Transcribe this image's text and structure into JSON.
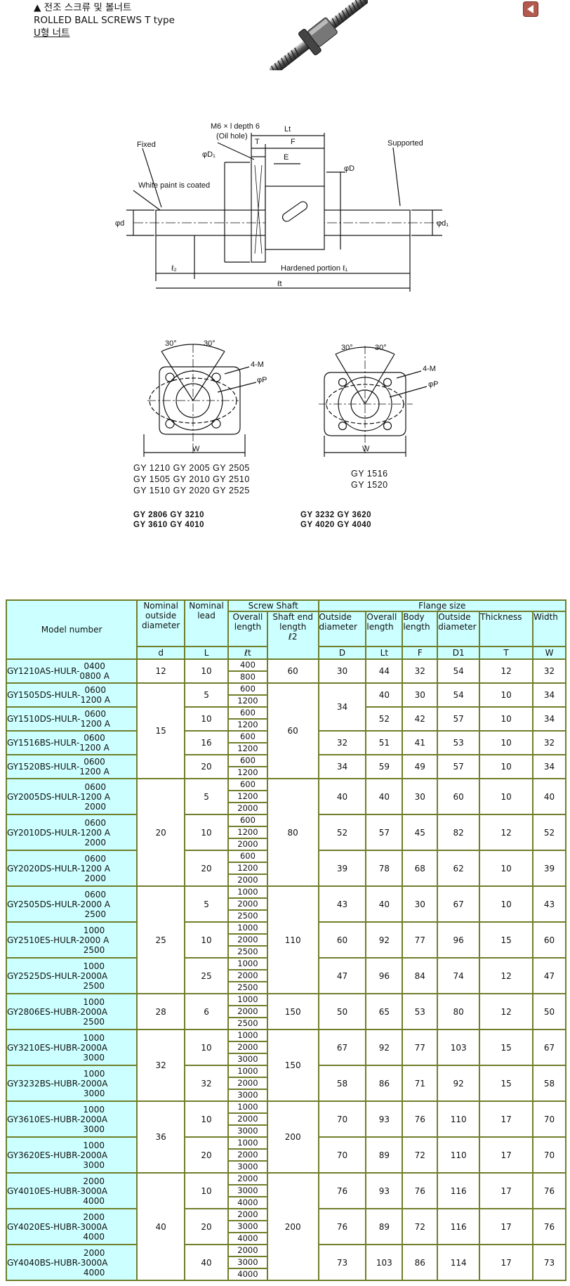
{
  "header": {
    "line1": "▲ 전조 스크류 및 볼너트",
    "line2": "ROLLED BALL SCREWS T type",
    "line3_prefix": "U형",
    "line3_underlined": " 너트"
  },
  "diagram_labels": {
    "m6": "M6 × l depth 6",
    "oil": "(Oil hole)",
    "lt": "Lt",
    "t": "T",
    "f": "F",
    "e": "E",
    "fixed": "Fixed",
    "supported": "Supported",
    "phid1": "φD₁",
    "phid": "φD",
    "white": "White paint is coated",
    "phid_small": "φd",
    "phid1_small": "φd₁",
    "l2": "ℓ₂",
    "hardened": "Hardened portion  ℓ₁",
    "lt_bottom": "ℓt",
    "ang30a": "30°",
    "ang30b": "30°",
    "fourm": "4-M",
    "phip": "φP",
    "w": "W",
    "list1": [
      "GY 1210   GY 2005   GY 2505",
      "GY 1505   GY 2010   GY 2510",
      "GY 1510   GY 2020   GY 2525"
    ],
    "list2": [
      "GY 1516",
      "GY 1520"
    ],
    "list3": [
      "GY 2806    GY 3210",
      "GY 3610    GY 4010"
    ],
    "list4": [
      "GY 3232    GY 3620",
      "GY 4020    GY 4040"
    ]
  },
  "table": {
    "h_model": "Model number",
    "h_nod": "Nominal outside diameter",
    "h_nod_sym": "d",
    "h_lead": "Nominal lead",
    "h_lead_sym": "L",
    "h_screw": "Screw Shaft",
    "h_overall": "Overall length",
    "h_overall_sym": "ℓt",
    "h_shaft_end": "Shaft end length",
    "h_shaft_end_sym": "ℓ2",
    "h_flange": "Flange size",
    "h_outside": "Outside diameter",
    "h_outside_sym": "D",
    "h_ovl": "Overall length",
    "h_ovl_sym": "Lt",
    "h_body": "Body length",
    "h_body_sym": "F",
    "h_outside2": "Outside diameter",
    "h_outside2_sym": "D1",
    "h_thick": "Thickness",
    "h_thick_sym": "T",
    "h_width": "Width",
    "h_width_sym": "W",
    "groups": [
      {
        "d": "12",
        "l2": "60",
        "models": [
          {
            "name": "GY1210AS-HULR-",
            "suffix": [
              "0400",
              "0800 A"
            ],
            "lead": "10",
            "lengths": [
              "400",
              "800"
            ],
            "D": "30",
            "Lt": "44",
            "F": "32",
            "D1": "54",
            "T": "12",
            "W": "32"
          }
        ]
      },
      {
        "d": "15",
        "l2": "60",
        "models": [
          {
            "name": "GY1505DS-HULR-",
            "suffix": [
              "0600",
              "1200 A"
            ],
            "lead": "5",
            "lengths": [
              "600",
              "1200"
            ],
            "D": "34",
            "Lt": "40",
            "F": "30",
            "D1": "54",
            "T": "10",
            "W": "34"
          },
          {
            "name": "GY1510DS-HULR-",
            "suffix": [
              "0600",
              "1200 A"
            ],
            "lead": "10",
            "lengths": [
              "600",
              "1200"
            ],
            "D": "",
            "Lt": "52",
            "F": "42",
            "D1": "57",
            "T": "10",
            "W": "34"
          },
          {
            "name": "GY1516BS-HULR-",
            "suffix": [
              "0600",
              "1200 A"
            ],
            "lead": "16",
            "lengths": [
              "600",
              "1200"
            ],
            "D": "32",
            "Lt": "51",
            "F": "41",
            "D1": "53",
            "T": "10",
            "W": "32"
          },
          {
            "name": "GY1520BS-HULR-",
            "suffix": [
              "0600",
              "1200 A"
            ],
            "lead": "20",
            "lengths": [
              "600",
              "1200"
            ],
            "D": "34",
            "Lt": "59",
            "F": "49",
            "D1": "57",
            "T": "10",
            "W": "34"
          }
        ]
      },
      {
        "d": "20",
        "l2": "80",
        "models": [
          {
            "name": "GY2005DS-HULR-",
            "suffix": [
              "0600",
              "1200 A",
              "2000"
            ],
            "lead": "5",
            "lengths": [
              "600",
              "1200",
              "2000"
            ],
            "D": "40",
            "Lt": "40",
            "F": "30",
            "D1": "60",
            "T": "10",
            "W": "40"
          },
          {
            "name": "GY2010DS-HULR-",
            "suffix": [
              "0600",
              "1200 A",
              "2000"
            ],
            "lead": "10",
            "lengths": [
              "600",
              "1200",
              "2000"
            ],
            "D": "52",
            "Lt": "57",
            "F": "45",
            "D1": "82",
            "T": "12",
            "W": "52"
          },
          {
            "name": "GY2020DS-HULR-",
            "suffix": [
              "0600",
              "1200 A",
              "2000"
            ],
            "lead": "20",
            "lengths": [
              "600",
              "1200",
              "2000"
            ],
            "D": "39",
            "Lt": "78",
            "F": "68",
            "D1": "62",
            "T": "10",
            "W": "39"
          }
        ]
      },
      {
        "d": "25",
        "l2": "110",
        "models": [
          {
            "name": "GY2505DS-HULR-",
            "suffix": [
              "0600",
              "2000 A",
              "2500"
            ],
            "lead": "5",
            "lengths": [
              "1000",
              "2000",
              "2500"
            ],
            "D": "43",
            "Lt": "40",
            "F": "30",
            "D1": "67",
            "T": "10",
            "W": "43"
          },
          {
            "name": "GY2510ES-HULR-",
            "suffix": [
              "1000",
              "2000 A",
              "2500"
            ],
            "lead": "10",
            "lengths": [
              "1000",
              "2000",
              "2500"
            ],
            "D": "60",
            "Lt": "92",
            "F": "77",
            "D1": "96",
            "T": "15",
            "W": "60"
          },
          {
            "name": "GY2525DS-HULR-",
            "suffix": [
              "1000",
              "2000A",
              "2500"
            ],
            "lead": "25",
            "lengths": [
              "1000",
              "2000",
              "2500"
            ],
            "D": "47",
            "Lt": "96",
            "F": "84",
            "D1": "74",
            "T": "12",
            "W": "47"
          }
        ]
      },
      {
        "d": "28",
        "l2": "150",
        "models": [
          {
            "name": "GY2806ES-HUBR-",
            "suffix": [
              "1000",
              "2000A",
              "2500"
            ],
            "lead": "6",
            "lengths": [
              "1000",
              "2000",
              "2500"
            ],
            "D": "50",
            "Lt": "65",
            "F": "53",
            "D1": "80",
            "T": "12",
            "W": "50"
          }
        ]
      },
      {
        "d": "32",
        "l2": "150",
        "models": [
          {
            "name": "GY3210ES-HUBR-",
            "suffix": [
              "1000",
              "2000A",
              "3000"
            ],
            "lead": "10",
            "lengths": [
              "1000",
              "2000",
              "3000"
            ],
            "D": "67",
            "Lt": "92",
            "F": "77",
            "D1": "103",
            "T": "15",
            "W": "67"
          },
          {
            "name": "GY3232BS-HUBR-",
            "suffix": [
              "1000",
              "2000A",
              "3000"
            ],
            "lead": "32",
            "lengths": [
              "1000",
              "2000",
              "3000"
            ],
            "D": "58",
            "Lt": "86",
            "F": "71",
            "D1": "92",
            "T": "15",
            "W": "58"
          }
        ]
      },
      {
        "d": "36",
        "l2": "200",
        "models": [
          {
            "name": "GY3610ES-HUBR-",
            "suffix": [
              "1000",
              "2000A",
              "3000"
            ],
            "lead": "10",
            "lengths": [
              "1000",
              "2000",
              "3000"
            ],
            "D": "70",
            "Lt": "93",
            "F": "76",
            "D1": "110",
            "T": "17",
            "W": "70"
          },
          {
            "name": "GY3620ES-HUBR-",
            "suffix": [
              "1000",
              "2000A",
              "3000"
            ],
            "lead": "20",
            "lengths": [
              "1000",
              "2000",
              "3000"
            ],
            "D": "70",
            "Lt": "89",
            "F": "72",
            "D1": "110",
            "T": "17",
            "W": "70"
          }
        ]
      },
      {
        "d": "40",
        "l2": "200",
        "models": [
          {
            "name": "GY4010ES-HUBR-",
            "suffix": [
              "2000",
              "3000A",
              "4000"
            ],
            "lead": "10",
            "lengths": [
              "2000",
              "3000",
              "4000"
            ],
            "D": "76",
            "Lt": "93",
            "F": "76",
            "D1": "116",
            "T": "17",
            "W": "76"
          },
          {
            "name": "GY4020ES-HUBR-",
            "suffix": [
              "2000",
              "3000A",
              "4000"
            ],
            "lead": "20",
            "lengths": [
              "2000",
              "3000",
              "4000"
            ],
            "D": "76",
            "Lt": "89",
            "F": "72",
            "D1": "116",
            "T": "17",
            "W": "76"
          },
          {
            "name": "GY4040BS-HUBR-",
            "suffix": [
              "2000",
              "3000A",
              "4000"
            ],
            "lead": "40",
            "lengths": [
              "2000",
              "3000",
              "4000"
            ],
            "D": "73",
            "Lt": "103",
            "F": "86",
            "D1": "114",
            "T": "17",
            "W": "73"
          }
        ]
      }
    ]
  }
}
